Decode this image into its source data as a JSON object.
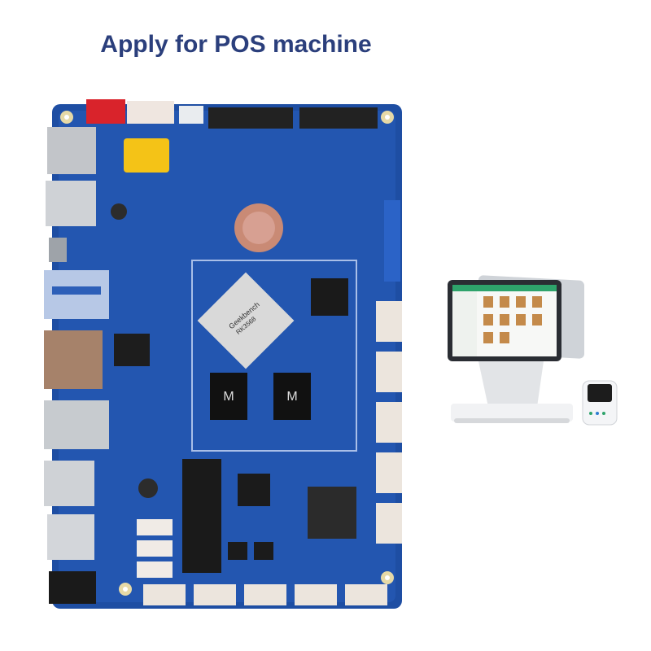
{
  "heading": "Apply for POS machine",
  "colors": {
    "heading": "#2b3f7c",
    "pcb": "#1e4ea3",
    "pcb_light": "#2f66c4",
    "silk": "#c9d6f0",
    "metal": "#b9bdc3",
    "chip": "#1a1a1a"
  },
  "chip_markings": {
    "soc_brand": "Geekbench",
    "soc_part": "RK3568",
    "ram_mark": "M"
  }
}
